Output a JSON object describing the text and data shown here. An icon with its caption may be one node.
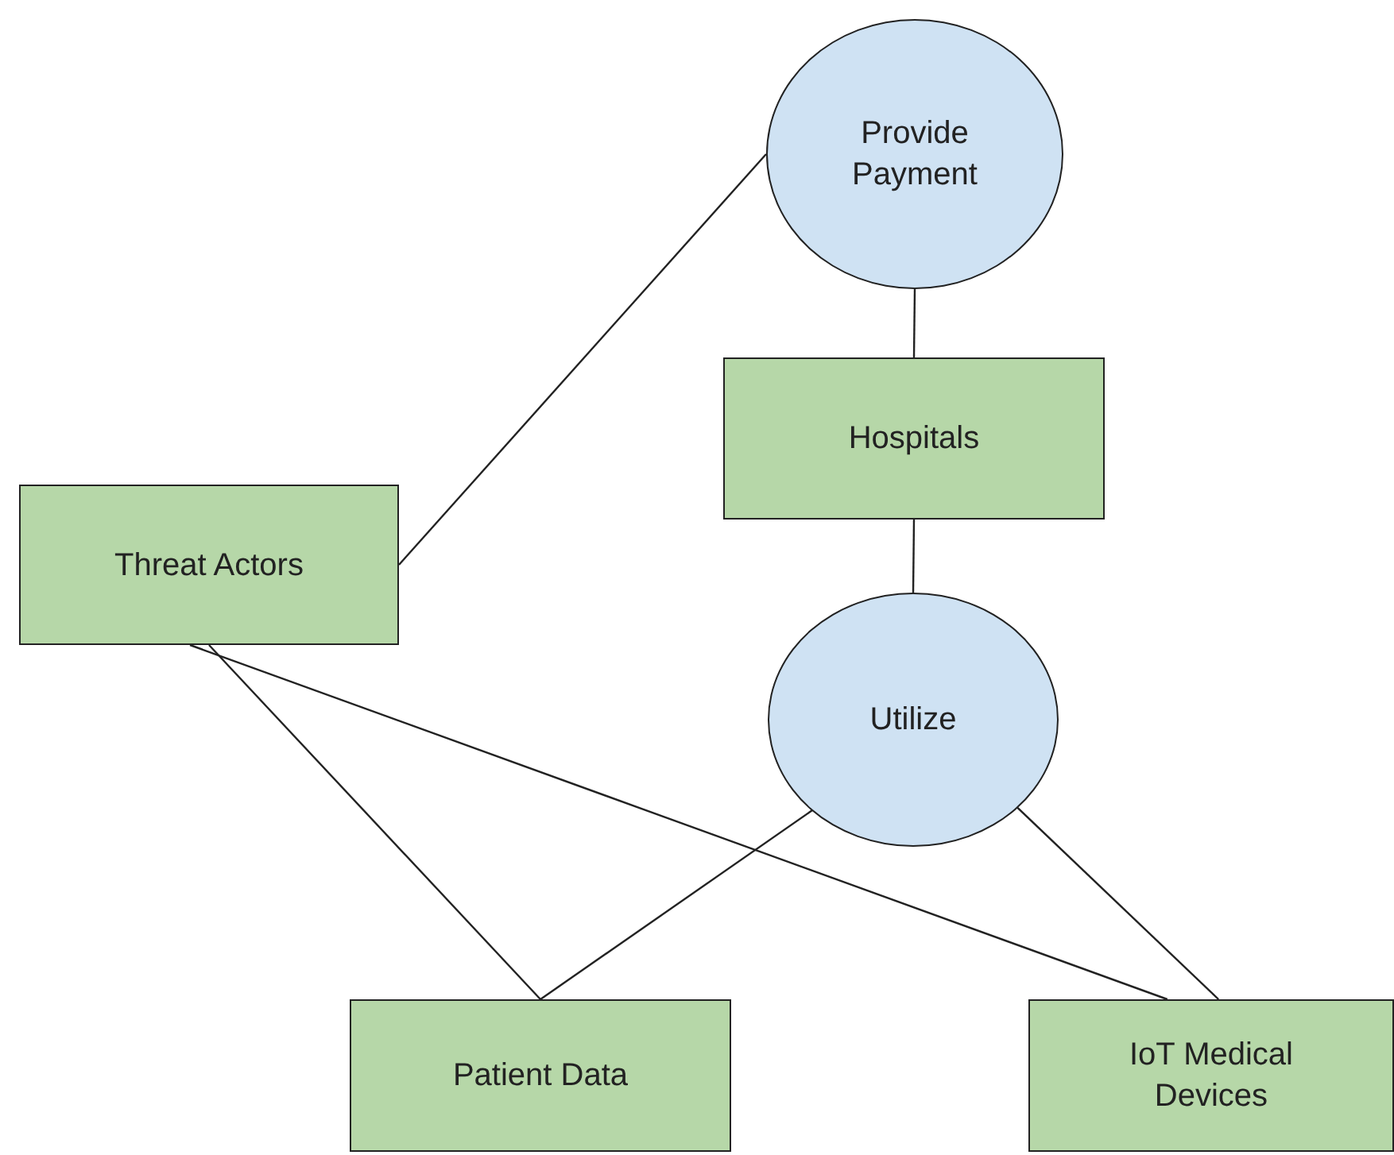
{
  "diagram": {
    "nodes": [
      {
        "text": [
          "Provide Payment"
        ]
      },
      {
        "text": [
          "Hospitals"
        ]
      },
      {
        "text": [
          "Threat Actors"
        ]
      },
      {
        "text": [
          "Utilize"
        ]
      },
      {
        "text": [
          "Patient Data"
        ]
      },
      {
        "text": [
          "IoT Medical Devices"
        ]
      }
    ],
    "edges": [
      {
        "from": 2,
        "to": 0,
        "arrow": "none"
      },
      {
        "from": 0,
        "to": 1,
        "arrow": "none"
      },
      {
        "from": 1,
        "to": 3,
        "arrow": "none"
      },
      {
        "from": 2,
        "to": 4,
        "arrow": "none"
      },
      {
        "from": 2,
        "to": 5,
        "arrow": "none"
      },
      {
        "from": 3,
        "to": 4,
        "arrow": "none"
      },
      {
        "from": 3,
        "to": 5,
        "arrow": "none"
      }
    ]
  }
}
